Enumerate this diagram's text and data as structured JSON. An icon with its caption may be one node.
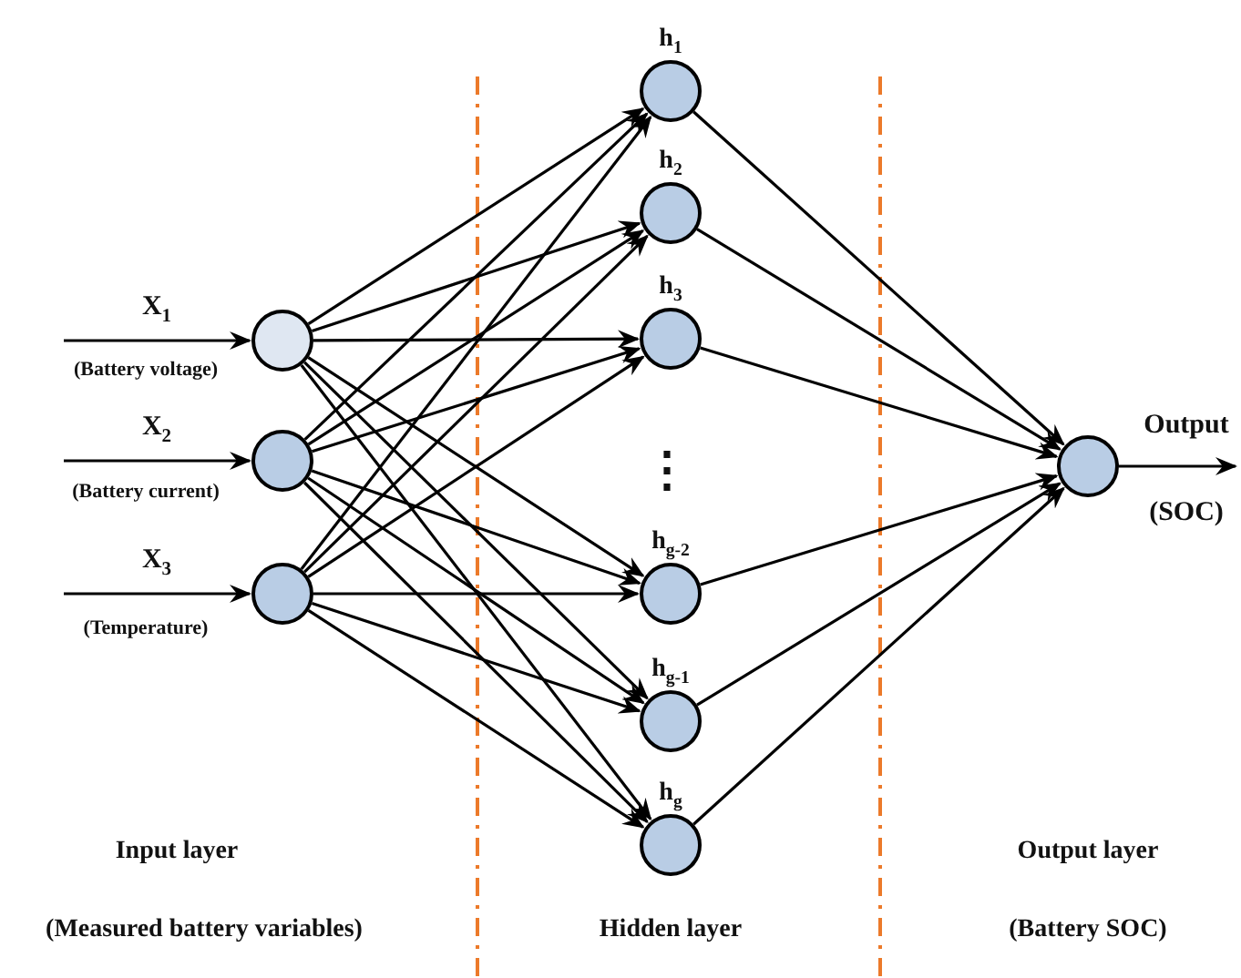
{
  "diagram": {
    "nodes": [
      {
        "text": [],
        "shape": "circle",
        "beside": [
          "(Battery voltage)"
        ]
      },
      {
        "text": [],
        "shape": "circle",
        "beside": [
          "(Battery current)"
        ]
      },
      {
        "text": [],
        "shape": "circle",
        "beside": [
          "(Temperature)"
        ]
      },
      {
        "text": [
          "h$_{1}$"
        ]
      },
      {
        "text": [
          "h$_{2}$"
        ]
      },
      {
        "text": [
          "h$_{3}$"
        ]
      },
      {
        "text": [
          "h$_{g-2}$"
        ]
      },
      {
        "text": [
          "h$_{g-1}$"
        ]
      },
      {
        "text": [
          "h$_{g}$"
        ]
      },
      {
        "text": [],
        "shape": "circle",
        "beside": [
          "(SOC)"
        ]
      }
    ],
    "edges": [
      {
        "from": null,
        "to": 0,
        "arrow": "to",
        "label": "X$_{1}$"
      },
      {
        "from": null,
        "to": 1,
        "arrow": "to",
        "label": "X$_{2}$"
      },
      {
        "from": null,
        "to": 2,
        "arrow": "to",
        "label": "X$_{3}$"
      },
      {
        "from": 0,
        "to": 3,
        "arrow": "to"
      },
      {
        "from": 0,
        "to": 4,
        "arrow": "to"
      },
      {
        "from": 0,
        "to": 5,
        "arrow": "to"
      },
      {
        "from": 0,
        "to": 6,
        "arrow": "to"
      },
      {
        "from": 0,
        "to": 7,
        "arrow": "to"
      },
      {
        "from": 0,
        "to": 8,
        "arrow": "to"
      },
      {
        "from": 1,
        "to": 3,
        "arrow": "to"
      },
      {
        "from": 1,
        "to": 4,
        "arrow": "to"
      },
      {
        "from": 1,
        "to": 5,
        "arrow": "to"
      },
      {
        "from": 1,
        "to": 6,
        "arrow": "to"
      },
      {
        "from": 1,
        "to": 7,
        "arrow": "to"
      },
      {
        "from": 1,
        "to": 8,
        "arrow": "to"
      },
      {
        "from": 2,
        "to": 3,
        "arrow": "to"
      },
      {
        "from": 2,
        "to": 4,
        "arrow": "to"
      },
      {
        "from": 2,
        "to": 5,
        "arrow": "to"
      },
      {
        "from": 2,
        "to": 6,
        "arrow": "to"
      },
      {
        "from": 2,
        "to": 7,
        "arrow": "to"
      },
      {
        "from": 2,
        "to": 8,
        "arrow": "to"
      },
      {
        "from": 3,
        "to": 9,
        "arrow": "to"
      },
      {
        "from": 4,
        "to": 9,
        "arrow": "to"
      },
      {
        "from": 5,
        "to": 9,
        "arrow": "to"
      },
      {
        "from": 6,
        "to": 9,
        "arrow": "to"
      },
      {
        "from": 7,
        "to": 9,
        "arrow": "to"
      },
      {
        "from": 8,
        "to": 9,
        "arrow": "to"
      },
      {
        "from": 9,
        "to": null,
        "arrow": "to",
        "label": "Output"
      }
    ],
    "labels": [
      "⋮",
      "Input layer",
      "(Measured battery variables)",
      "Hidden layer",
      "Output layer",
      "(Battery SOC)"
    ]
  }
}
